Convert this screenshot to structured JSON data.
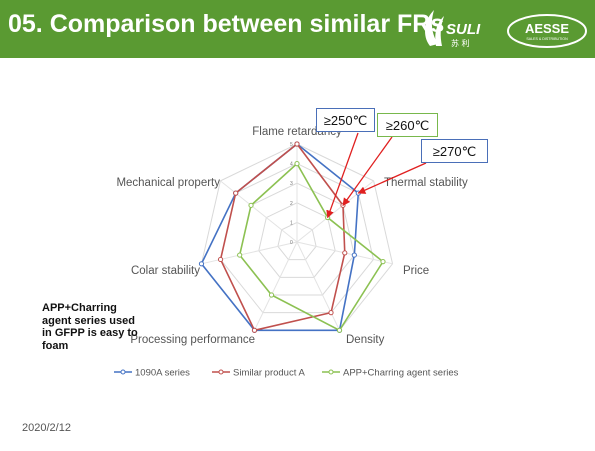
{
  "header": {
    "title": "05. Comparison between similar FRs",
    "logo_suli": "SULI",
    "logo_suli_sub": "苏 利",
    "logo_aesse": "AESSE",
    "logo_aesse_sub": "SALES & DISTRIBUTION"
  },
  "chart_data": {
    "type": "radar",
    "categories": [
      "Flame retardancy",
      "Thermal stability",
      "Price",
      "Density",
      "Processing performance",
      "Colar stability",
      "Mechanical property"
    ],
    "rlim": [
      0,
      5
    ],
    "ticks": [
      "0",
      "1",
      "2",
      "3",
      "4",
      "5"
    ],
    "grid": true,
    "legend_position": "bottom",
    "series": [
      {
        "name": "1090A series",
        "color": "#4472c4",
        "values": [
          5,
          4,
          3,
          5,
          5,
          5,
          4
        ]
      },
      {
        "name": "Similar product A",
        "color": "#c0504d",
        "values": [
          5,
          3,
          2.5,
          4,
          5,
          4,
          4
        ]
      },
      {
        "name": "APP+Charring agent series",
        "color": "#8cc152",
        "values": [
          4,
          2,
          4.5,
          5,
          3,
          3,
          3
        ]
      }
    ]
  },
  "callouts": [
    "≥250℃",
    "≥260℃",
    "≥270℃"
  ],
  "note": "APP+Charring agent series used in GFPP is easy to foam",
  "date": "2020/2/12"
}
